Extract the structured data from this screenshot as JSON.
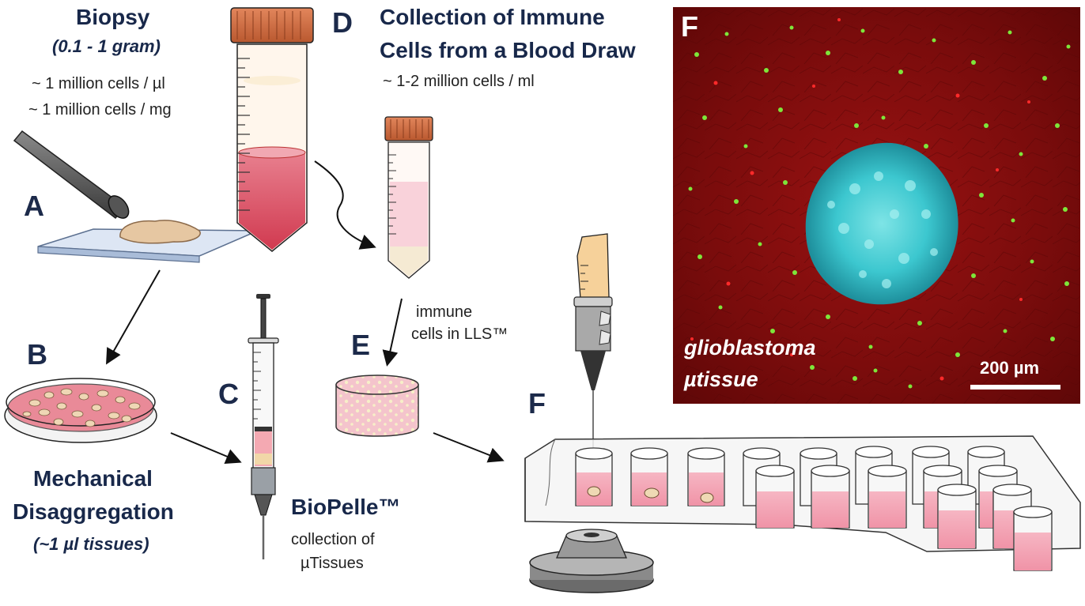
{
  "biopsy": {
    "title": "Biopsy",
    "weight": "(0.1 - 1 gram)",
    "cells_ul": "~ 1 million cells / µl",
    "cells_mg": "~ 1 million cells / mg",
    "letter": "A"
  },
  "blood": {
    "letter": "D",
    "title_line1": "Collection of Immune",
    "title_line2": "Cells from a Blood Draw",
    "cells_ml": "~ 1-2 million cells / ml"
  },
  "disaggregation": {
    "letter": "B",
    "title_line1": "Mechanical",
    "title_line2": "Disaggregation",
    "size": "(~1 µl tissues)"
  },
  "biopelle": {
    "letter": "C",
    "title": "BioPelle™",
    "desc_line1": "collection of",
    "desc_line2": "µTissues"
  },
  "immune_step": {
    "letter": "E",
    "label_line1": "immune",
    "label_line2": "cells in LLS™"
  },
  "plate": {
    "letter": "F"
  },
  "micrograph": {
    "letter": "F",
    "label_line1": "glioblastoma",
    "label_line2": "µtissue",
    "scale_bar": "200 µm",
    "colors": {
      "background": "#7a0c0c",
      "spheroid": "#35c7cf",
      "immune": "#7ee63a",
      "red_dots": "#ff2a2a"
    }
  }
}
